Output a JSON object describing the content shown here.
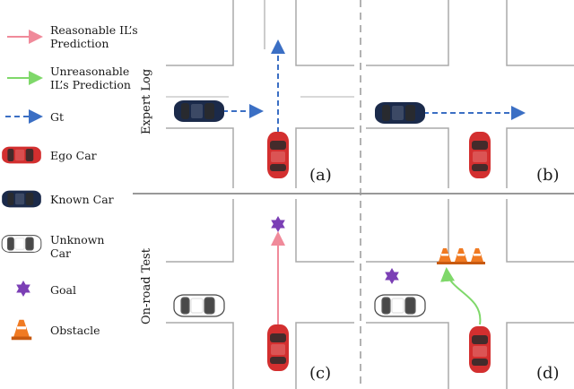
{
  "legend": {
    "reasonable": "Reasonable IL’s\nPrediction",
    "unreasonable": "Unreasonable\nIL’s Prediction",
    "gt": "Gt",
    "ego_car": "Ego Car",
    "known_car": "Known Car",
    "unknown_car": "Unknown\nCar",
    "goal": "Goal",
    "obstacle": "Obstacle"
  },
  "rows": {
    "top": "Expert Log",
    "bottom": "On-road Test"
  },
  "panels": {
    "a": "(a)",
    "b": "(b)",
    "c": "(c)",
    "d": "(d)"
  },
  "colors": {
    "reasonable_arrow": "#f08a9a",
    "unreasonable_arrow": "#7fd86a",
    "gt_arrow": "#3b6fc4",
    "ego_car": "#d32f2f",
    "known_car": "#1b2a4a",
    "unknown_car": "#ffffff",
    "goal": "#7b3fb5",
    "obstacle": "#f07a22",
    "road_line": "#aaaaaa",
    "divider": "#999999"
  }
}
